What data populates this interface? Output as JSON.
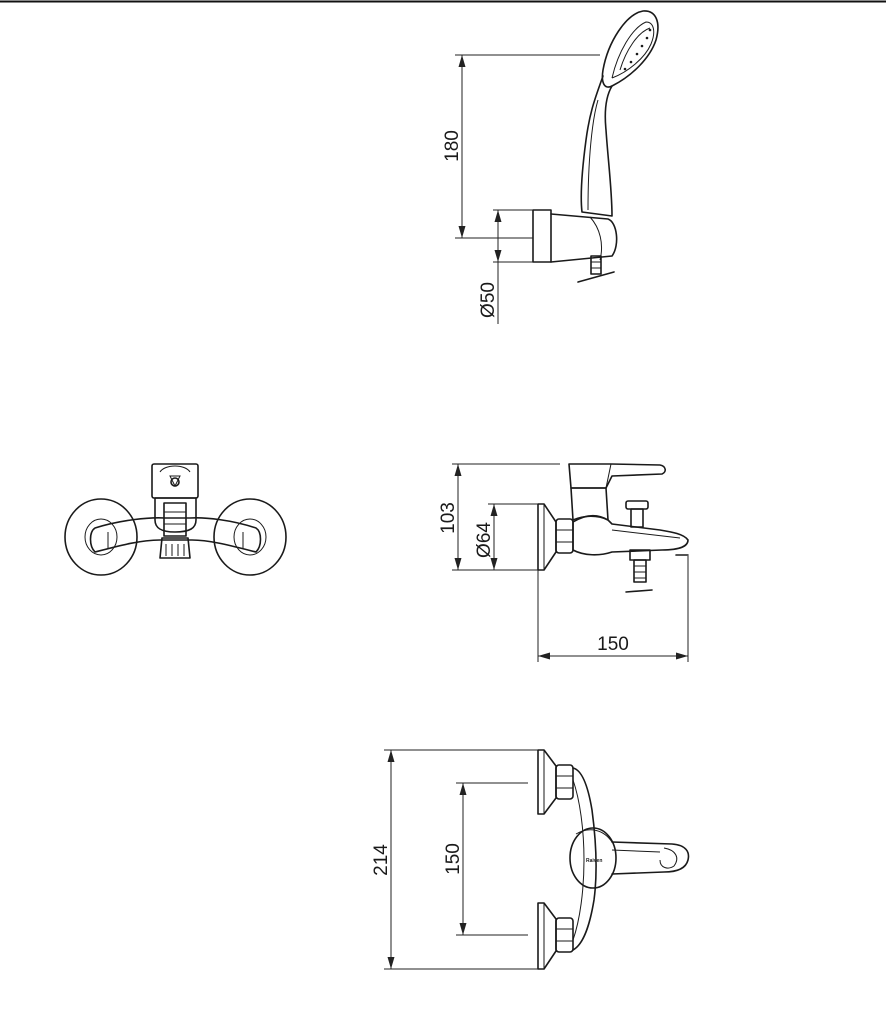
{
  "dimensions": {
    "hand_shower_height": "180",
    "holder_diameter": "Ø50",
    "mixer_height": "103",
    "outlet_diameter": "Ø64",
    "projection": "150",
    "overall_width": "214",
    "center_distance": "150"
  },
  "brand_mark": "Raiven"
}
